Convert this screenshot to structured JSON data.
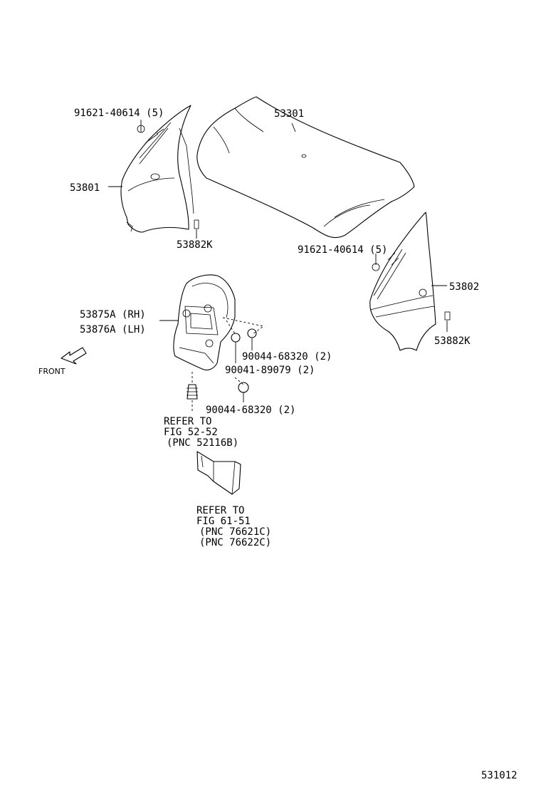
{
  "labels": {
    "bolt_lh": "91621-40614 (5)",
    "hood": "53301",
    "fender_lh": "53801",
    "clip_lh": "53882K",
    "bolt_rh": "91621-40614 (5)",
    "fender_rh": "53802",
    "liner_rh": "53875A (RH)",
    "liner_lh": "53876A (LH)",
    "screw_a": "90044-68320 (2)",
    "screw_b": "90041-89079 (2)",
    "screw_c": "90044-68320 (2)",
    "clip_rh": "53882K",
    "front": "FRONT",
    "ref1": [
      "REFER TO",
      "FIG 52-52",
      "(PNC 52116B)"
    ],
    "ref2": [
      "REFER TO",
      "FIG 61-51",
      "(PNC 76621C)",
      "(PNC 76622C)"
    ],
    "figure_no": "531012"
  }
}
